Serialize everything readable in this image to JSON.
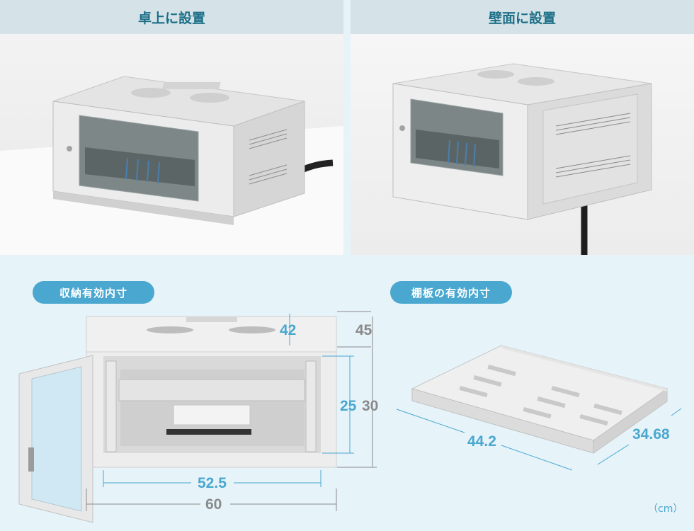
{
  "headers": {
    "desk": "卓上に設置",
    "wall": "壁面に設置"
  },
  "labels": {
    "storage": "収納有効内寸",
    "shelf": "棚板の有効内寸"
  },
  "dims": {
    "depth_inner": "42",
    "depth_outer": "45",
    "height_inner": "25",
    "height_outer": "30",
    "width_inner": "52.5",
    "width_outer": "60",
    "shelf_width": "44.2",
    "shelf_depth": "34.68"
  },
  "unit": "（cm）",
  "colors": {
    "accent": "#4aa7cf",
    "header_bg": "#d5e3e8",
    "header_text": "#1c6f87",
    "bottom_bg": "#e6f3f9",
    "gray_dim": "#8a8a8a"
  }
}
